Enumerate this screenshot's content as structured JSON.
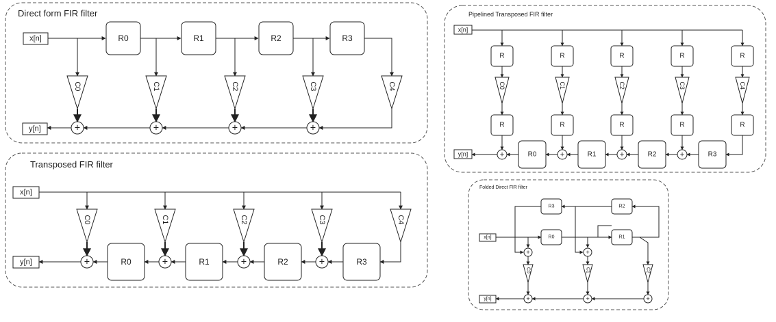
{
  "panels": {
    "direct": {
      "title": "Direct form FIR filter",
      "input": "x[n]",
      "output": "y[n]",
      "registers": [
        "R0",
        "R1",
        "R2",
        "R3"
      ],
      "coefficients": [
        "C0",
        "C1",
        "C2",
        "C3",
        "C4"
      ]
    },
    "transposed": {
      "title": "Transposed FIR filter",
      "input": "x[n]",
      "output": "y[n]",
      "registers": [
        "R0",
        "R1",
        "R2",
        "R3"
      ],
      "coefficients": [
        "C0",
        "C1",
        "C2",
        "C3",
        "C4"
      ]
    },
    "pipelined": {
      "title": "Pipelined Transposed FIR filter",
      "input": "x[n]",
      "output": "y[n]",
      "pipe_register": "R",
      "registers": [
        "R0",
        "R1",
        "R2",
        "R3"
      ],
      "coefficients": [
        "C0",
        "C1",
        "C2",
        "C3",
        "C4"
      ]
    },
    "folded": {
      "title": "Folded Direct FIR filter",
      "input": "x[n]",
      "output": "y[n]",
      "registers": [
        "R3",
        "R2",
        "R0",
        "R1"
      ],
      "coefficients": [
        "C0",
        "C1",
        "C2"
      ]
    }
  },
  "adder_symbol": "+"
}
